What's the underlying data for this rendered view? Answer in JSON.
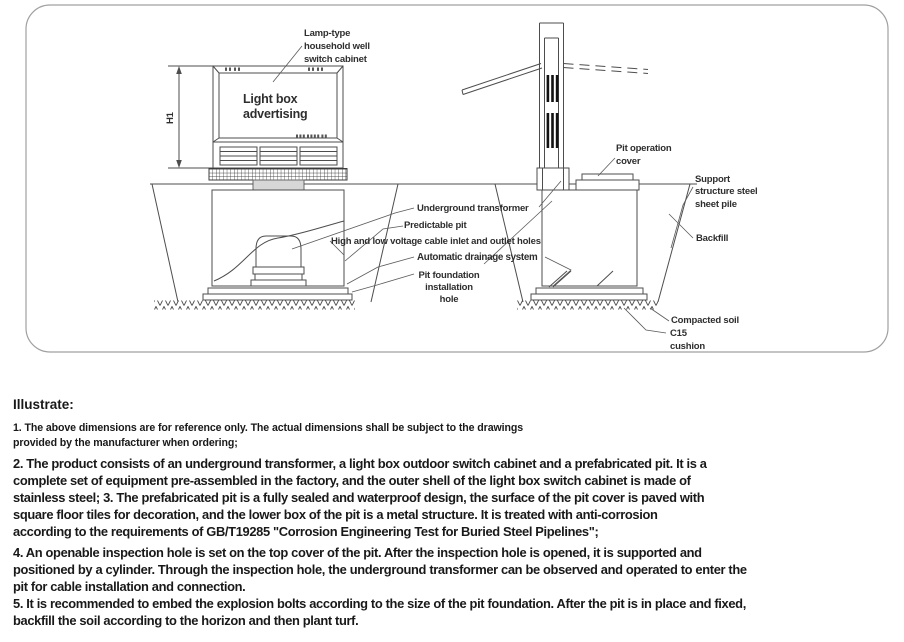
{
  "diagram": {
    "lamp_label": [
      "Lamp-type",
      "household well",
      "switch cabinet"
    ],
    "h1": "H1",
    "lightbox": [
      "Light box",
      "advertising"
    ]
  },
  "labels": {
    "ut": "Underground transformer",
    "pp": "Predictable pit",
    "hv": "High and low voltage cable inlet and outlet holes",
    "ad": "Automatic drainage system",
    "pf": [
      "Pit foundation",
      "installation",
      "hole"
    ],
    "cover": [
      "Pit operation",
      "cover"
    ],
    "support": [
      "Support",
      "structure steel",
      "sheet pile"
    ],
    "backfill": "Backfill",
    "compacted": "Compacted soil",
    "c15": [
      "C15",
      "cushion"
    ]
  },
  "notes": {
    "heading": "Illustrate:",
    "n1": [
      "1. The above dimensions are for reference only. The actual dimensions shall be subject to the drawings",
      "provided by the manufacturer when ordering;"
    ],
    "n2": [
      "2. The product consists of an underground transformer, a light box outdoor switch cabinet and a prefabricated pit. It is a",
      "complete set of equipment pre-assembled in the factory, and the outer shell of the light box switch cabinet is made of",
      "stainless steel; 3. The prefabricated pit is a fully sealed and waterproof design, the surface of the pit cover is paved with",
      "square floor tiles for decoration, and the lower box of the pit is a metal structure. It is treated with anti-corrosion",
      "according to the requirements of GB/T19285 \"Corrosion Engineering Test for Buried Steel Pipelines\";"
    ],
    "n4": [
      "4. An openable inspection hole is set on the top cover of the pit. After the inspection hole is opened, it is supported and",
      "positioned by a cylinder. Through the inspection hole, the underground transformer can be observed and operated to enter the",
      "pit for cable installation and connection."
    ],
    "n5": [
      " 5. It is recommended to embed the explosion bolts according to the size of the pit foundation. After the pit is in place and fixed,",
      "backfill the soil according to the horizon and then plant turf."
    ]
  },
  "colors": {
    "line": "#4d4d4d",
    "leader": "#5a5a5a",
    "text": "#2e2e2e",
    "vent": "#121212",
    "pedestal_fill": "#d7d7d7",
    "frame": "#a0a0a0",
    "background": "#ffffff"
  }
}
